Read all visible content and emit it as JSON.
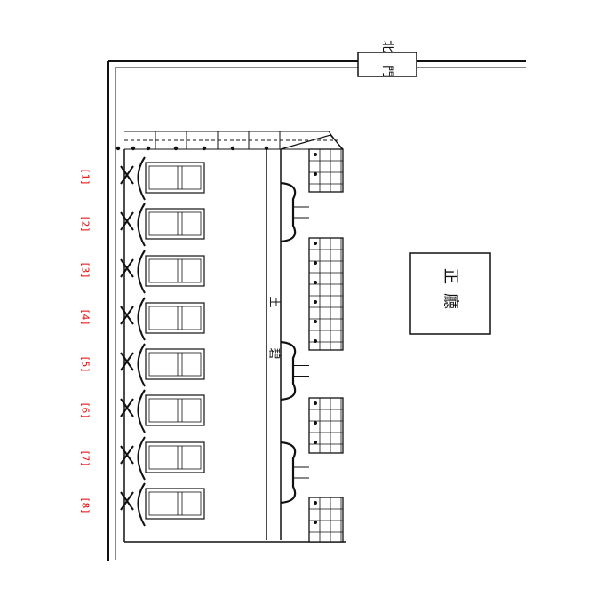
{
  "labels": {
    "north_gate": "北門",
    "main_hall": "正廳",
    "courtyard_a": "土",
    "courtyard_b": "碧"
  },
  "room_markers": [
    "[1]",
    "[2]",
    "[3]",
    "[4]",
    "[5]",
    "[6]",
    "[7]",
    "[8]"
  ],
  "colors": {
    "ink": "#111111",
    "marker": "#e60000",
    "paper": "#ffffff"
  }
}
